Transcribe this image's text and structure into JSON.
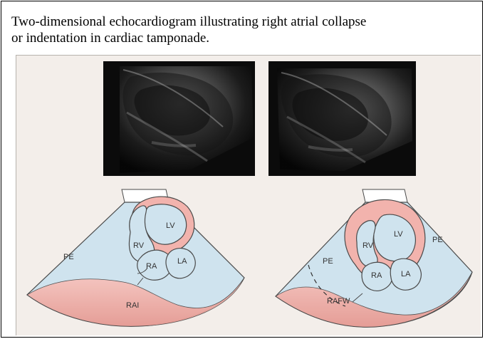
{
  "caption": {
    "line1": "Two-dimensional echocardiogram illustrating right atrial collapse",
    "line2": "or indentation in cardiac tamponade."
  },
  "left_diagram": {
    "labels": {
      "pe": "PE",
      "rv": "RV",
      "lv": "LV",
      "ra": "RA",
      "la": "LA",
      "rai": "RAI"
    }
  },
  "right_diagram": {
    "labels": {
      "pe_left": "PE",
      "pe_right": "PE",
      "rv": "RV",
      "lv": "LV",
      "ra": "RA",
      "la": "LA",
      "rafw": "RAFW"
    }
  },
  "colors": {
    "effusion": "#cfe3ee",
    "myocardium": "#f2b3ad",
    "outline": "#4a4a4a",
    "echo_bg": "#0b0b0b"
  }
}
